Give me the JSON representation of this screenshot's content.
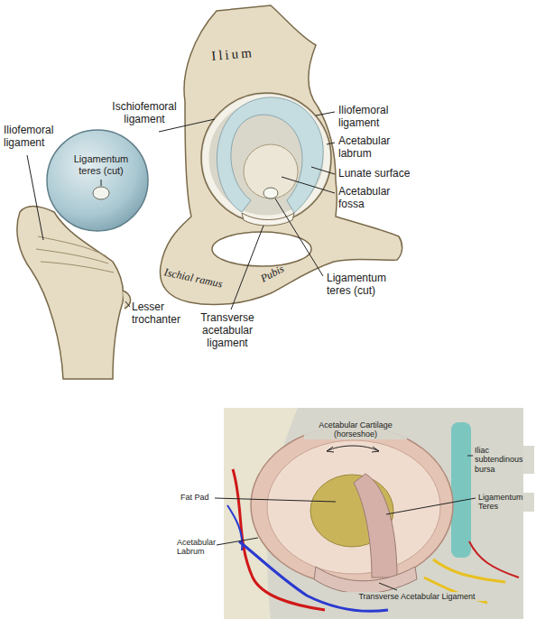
{
  "diagram": {
    "labels": [
      "Ilium",
      "Ischiofemoral ligament",
      "Iliofemoral ligament",
      "Ligamentum teres (cut)",
      "Iliofemoral ligament",
      "Acetabular labrum",
      "Lunate surface",
      "Acetabular fossa",
      "Ligamentum teres (cut)",
      "Ischial ramus",
      "Pubis",
      "Lesser trochanter",
      "Transverse acetabular ligament",
      "Acetabular Cartilage (horseshoe)",
      "Fat Pad",
      "Iliac subtendinous bursa",
      "Ligamentum Teres",
      "Acetabular Labrum",
      "Transverse Acetabular Ligament"
    ]
  }
}
